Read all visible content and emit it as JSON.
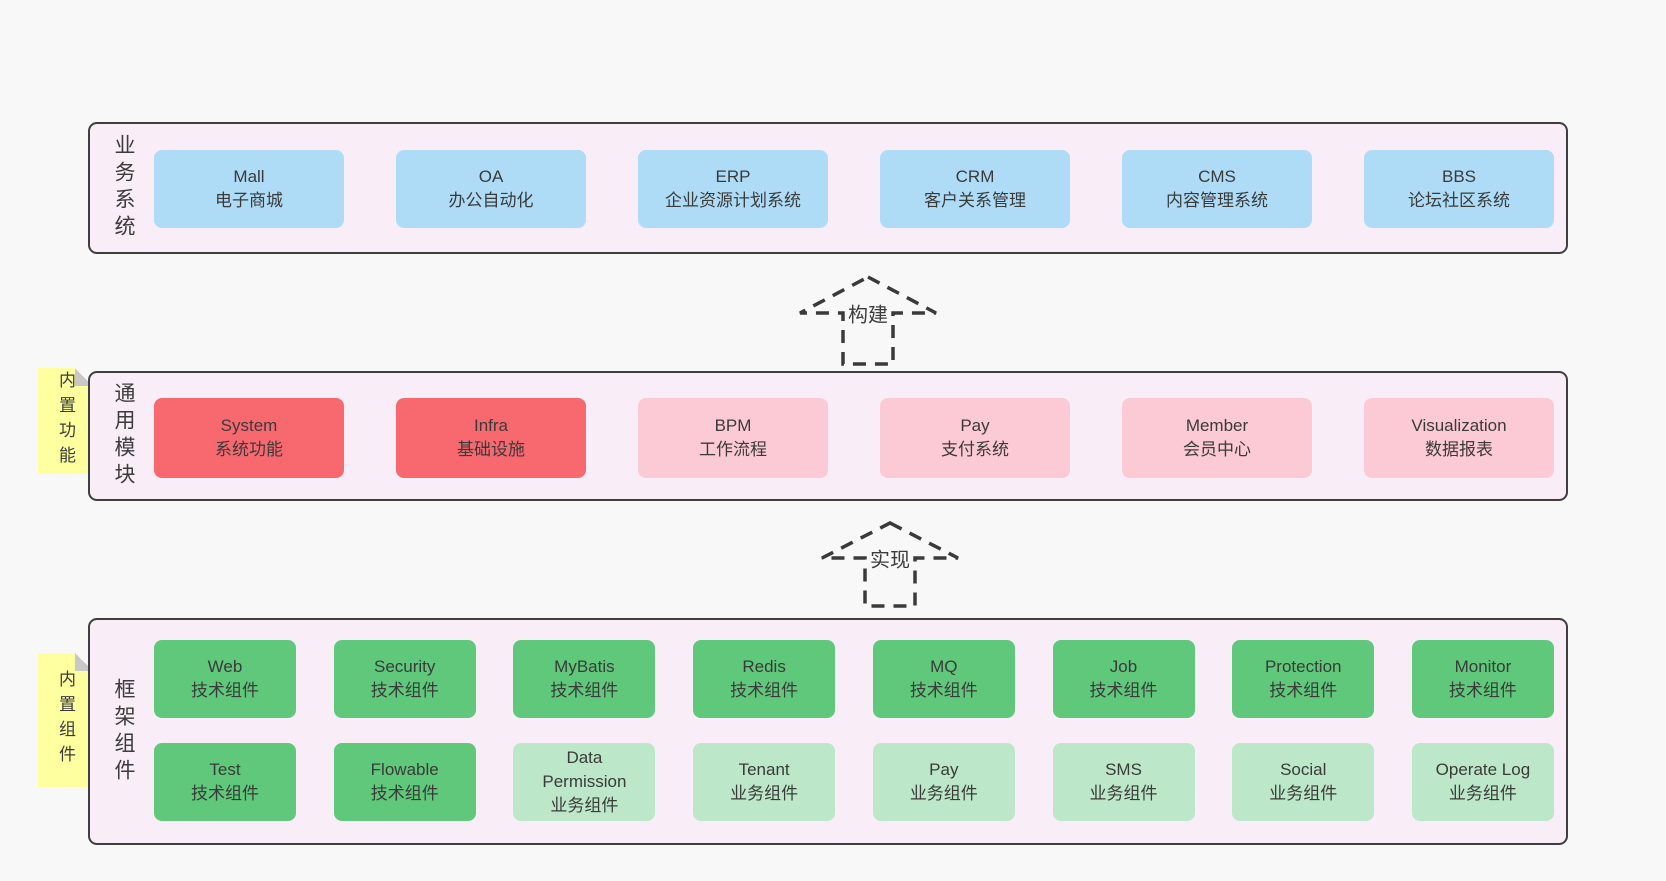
{
  "colors": {
    "page_bg": "#f8f8f8",
    "panel_bg": "#f9edf7",
    "panel_border": "#3f3f3f",
    "blue_box": "#aedcf7",
    "red_box": "#f7696f",
    "pink_box": "#fccad4",
    "green_box": "#5fc87a",
    "green_light_box": "#bce8c9",
    "sticky_note": "#feff9f",
    "sticky_fold": "#c8c8c8",
    "text": "#3a3a3a",
    "arrow_stroke": "#3a3a3a"
  },
  "arrows": [
    {
      "label": "构建"
    },
    {
      "label": "实现"
    }
  ],
  "layers": [
    {
      "name": "business-systems",
      "side_label": "业务系统",
      "boxes": [
        {
          "title": "Mall",
          "subtitle": "电子商城",
          "variant": "blue"
        },
        {
          "title": "OA",
          "subtitle": "办公自动化",
          "variant": "blue"
        },
        {
          "title": "ERP",
          "subtitle": "企业资源计划系统",
          "variant": "blue"
        },
        {
          "title": "CRM",
          "subtitle": "客户关系管理",
          "variant": "blue"
        },
        {
          "title": "CMS",
          "subtitle": "内容管理系统",
          "variant": "blue"
        },
        {
          "title": "BBS",
          "subtitle": "论坛社区系统",
          "variant": "blue"
        }
      ]
    },
    {
      "name": "common-modules",
      "side_label": "通用模块",
      "sticky_label": "内置功能",
      "boxes": [
        {
          "title": "System",
          "subtitle": "系统功能",
          "variant": "red"
        },
        {
          "title": "Infra",
          "subtitle": "基础设施",
          "variant": "red"
        },
        {
          "title": "BPM",
          "subtitle": "工作流程",
          "variant": "pink"
        },
        {
          "title": "Pay",
          "subtitle": "支付系统",
          "variant": "pink"
        },
        {
          "title": "Member",
          "subtitle": "会员中心",
          "variant": "pink"
        },
        {
          "title": "Visualization",
          "subtitle": "数据报表",
          "variant": "pink"
        }
      ]
    },
    {
      "name": "framework-components",
      "side_label": "框架组件",
      "sticky_label": "内置组件",
      "row1": [
        {
          "title": "Web",
          "subtitle": "技术组件",
          "variant": "green"
        },
        {
          "title": "Security",
          "subtitle": "技术组件",
          "variant": "green"
        },
        {
          "title": "MyBatis",
          "subtitle": "技术组件",
          "variant": "green"
        },
        {
          "title": "Redis",
          "subtitle": "技术组件",
          "variant": "green"
        },
        {
          "title": "MQ",
          "subtitle": "技术组件",
          "variant": "green"
        },
        {
          "title": "Job",
          "subtitle": "技术组件",
          "variant": "green"
        },
        {
          "title": "Protection",
          "subtitle": "技术组件",
          "variant": "green"
        },
        {
          "title": "Monitor",
          "subtitle": "技术组件",
          "variant": "green"
        }
      ],
      "row2": [
        {
          "title": "Test",
          "subtitle": "技术组件",
          "variant": "green"
        },
        {
          "title": "Flowable",
          "subtitle": "技术组件",
          "variant": "green"
        },
        {
          "title": "Data Permission",
          "subtitle": "业务组件",
          "variant": "green-light"
        },
        {
          "title": "Tenant",
          "subtitle": "业务组件",
          "variant": "green-light"
        },
        {
          "title": "Pay",
          "subtitle": "业务组件",
          "variant": "green-light"
        },
        {
          "title": "SMS",
          "subtitle": "业务组件",
          "variant": "green-light"
        },
        {
          "title": "Social",
          "subtitle": "业务组件",
          "variant": "green-light"
        },
        {
          "title": "Operate Log",
          "subtitle": "业务组件",
          "variant": "green-light"
        }
      ]
    }
  ]
}
